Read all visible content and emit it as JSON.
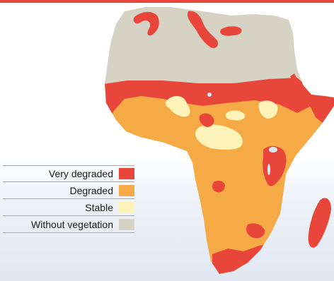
{
  "legend": {
    "items": [
      {
        "label": "Very degraded",
        "color": "#e8463a"
      },
      {
        "label": "Degraded",
        "color": "#f6aa45"
      },
      {
        "label": "Stable",
        "color": "#fdf3b8"
      },
      {
        "label": "Without vegetation",
        "color": "#d6d2c4"
      }
    ]
  },
  "colors": {
    "top_rule": "#e8463a",
    "very_degraded": "#e8463a",
    "degraded": "#f6aa45",
    "stable": "#fdf3b8",
    "without_vegetation": "#d6d2c4",
    "water": "#d9e9f3"
  }
}
